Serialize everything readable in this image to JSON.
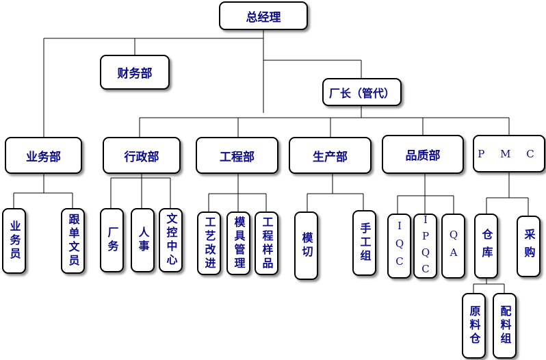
{
  "org": {
    "ceo": "总经理",
    "finance": "财务部",
    "factory_manager": "厂长（管代）",
    "departments": {
      "sales": "业务部",
      "admin": "行政部",
      "engineering": "工程部",
      "production": "生产部",
      "quality": "品质部",
      "pmc": "P M C"
    },
    "units": {
      "sales_clerk": "业务员",
      "order_clerk": "跟单文员",
      "general_affairs": "厂务",
      "hr": "人事",
      "document_center": "文控中心",
      "process_improvement": "工艺改进",
      "mold_management": "模具管理",
      "engineering_samples": "工程样品",
      "die_cutting": "模切",
      "manual_team": "手工组",
      "iqc": "IQC",
      "ipqc": "IPQC",
      "qa": "QA",
      "warehouse": "仓库",
      "purchasing": "采购",
      "raw_material_warehouse": "原料仓",
      "batching_team": "配料组"
    }
  },
  "colors": {
    "text": "#0b0b8a",
    "border": "#000000",
    "line": "#000000",
    "background": "#ffffff"
  }
}
